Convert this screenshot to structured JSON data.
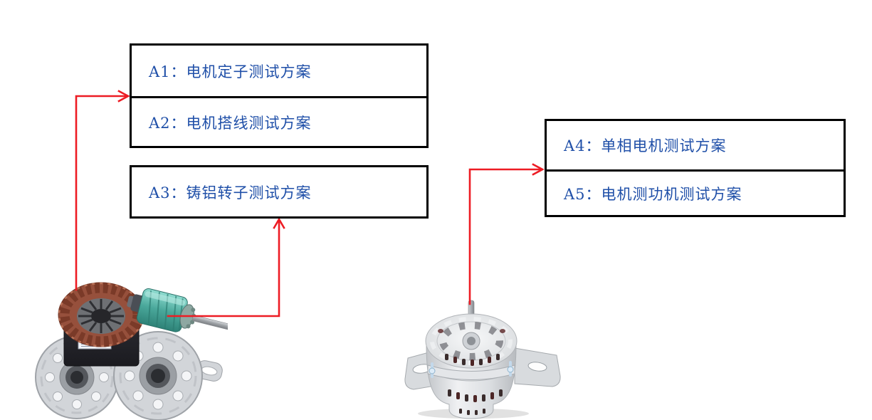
{
  "colors": {
    "background": "#ffffff",
    "box_border": "#000000",
    "label_text": "#1f4fa8",
    "arrow": "#ed1c24"
  },
  "boxes": [
    {
      "id": "box-a1-a2",
      "rows": [
        {
          "label": "A1：电机定子测试方案"
        },
        {
          "label": "A2：电机搭线测试方案"
        }
      ]
    },
    {
      "id": "box-a3",
      "rows": [
        {
          "label": "A3：铸铝转子测试方案"
        }
      ]
    },
    {
      "id": "box-a4-a5",
      "rows": [
        {
          "label": "A4：单相电机测试方案"
        },
        {
          "label": "A5：电机测功机测试方案"
        }
      ]
    }
  ],
  "images": [
    {
      "name": "stator-rotor-endshields-photo"
    },
    {
      "name": "single-phase-motor-photo"
    }
  ],
  "arrows": [
    {
      "name": "arrow-stator-to-a1-a2",
      "from": "stator-rotor-endshields-photo",
      "to": "box-a1-a2"
    },
    {
      "name": "arrow-rotor-to-a3",
      "from": "stator-rotor-endshields-photo",
      "to": "box-a3"
    },
    {
      "name": "arrow-motor-to-a4-a5",
      "from": "single-phase-motor-photo",
      "to": "box-a4-a5"
    }
  ]
}
